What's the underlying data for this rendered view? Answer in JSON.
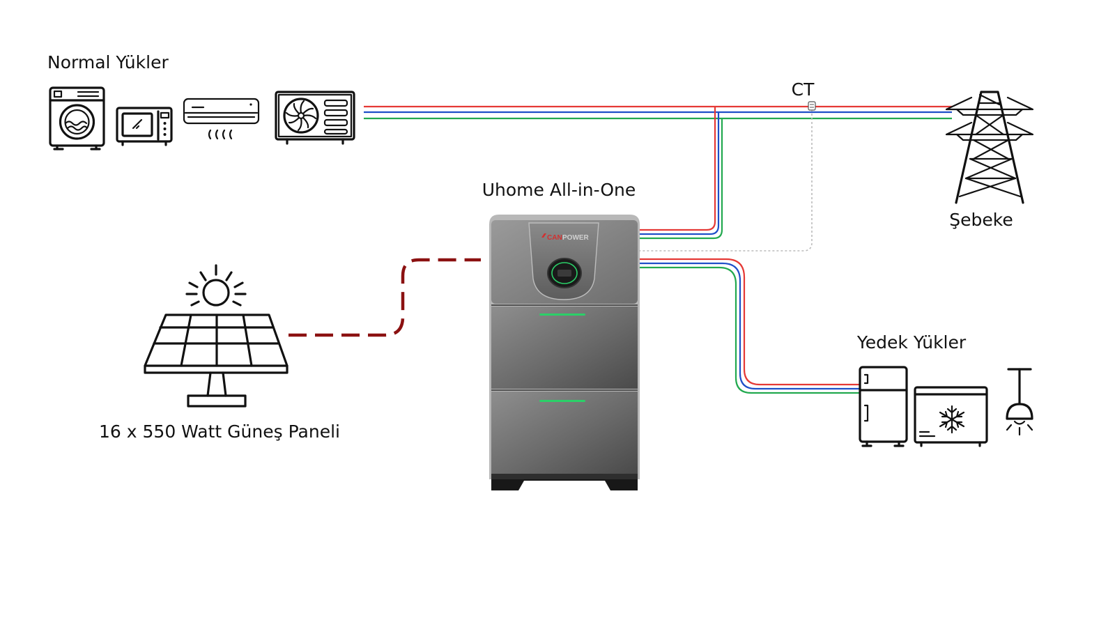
{
  "labels": {
    "normal_loads": "Normal Yükler",
    "ct": "CT",
    "device": "Uhome All-in-One",
    "grid": "Şebeke",
    "solar": "16 x 550 Watt Güneş Paneli",
    "backup_loads": "Yedek Yükler"
  },
  "device": {
    "brand_prefix": "CAN",
    "brand_suffix": "POWER"
  },
  "colors": {
    "line_red": "#e53935",
    "line_blue": "#1e4fc8",
    "line_green": "#22a94f",
    "dc_line": "#8b1111",
    "ct_line": "#bbbbbb",
    "brand_red": "#d32f2f",
    "accent_green": "#2bd068"
  },
  "icons": {
    "normal_loads": [
      "washing-machine-icon",
      "microwave-icon",
      "air-conditioner-icon",
      "outdoor-ac-unit-icon"
    ],
    "grid": "power-tower-icon",
    "solar": [
      "sun-icon",
      "solar-panel-icon"
    ],
    "backup_loads": [
      "refrigerator-icon",
      "chest-freezer-icon",
      "ceiling-lamp-icon"
    ]
  }
}
